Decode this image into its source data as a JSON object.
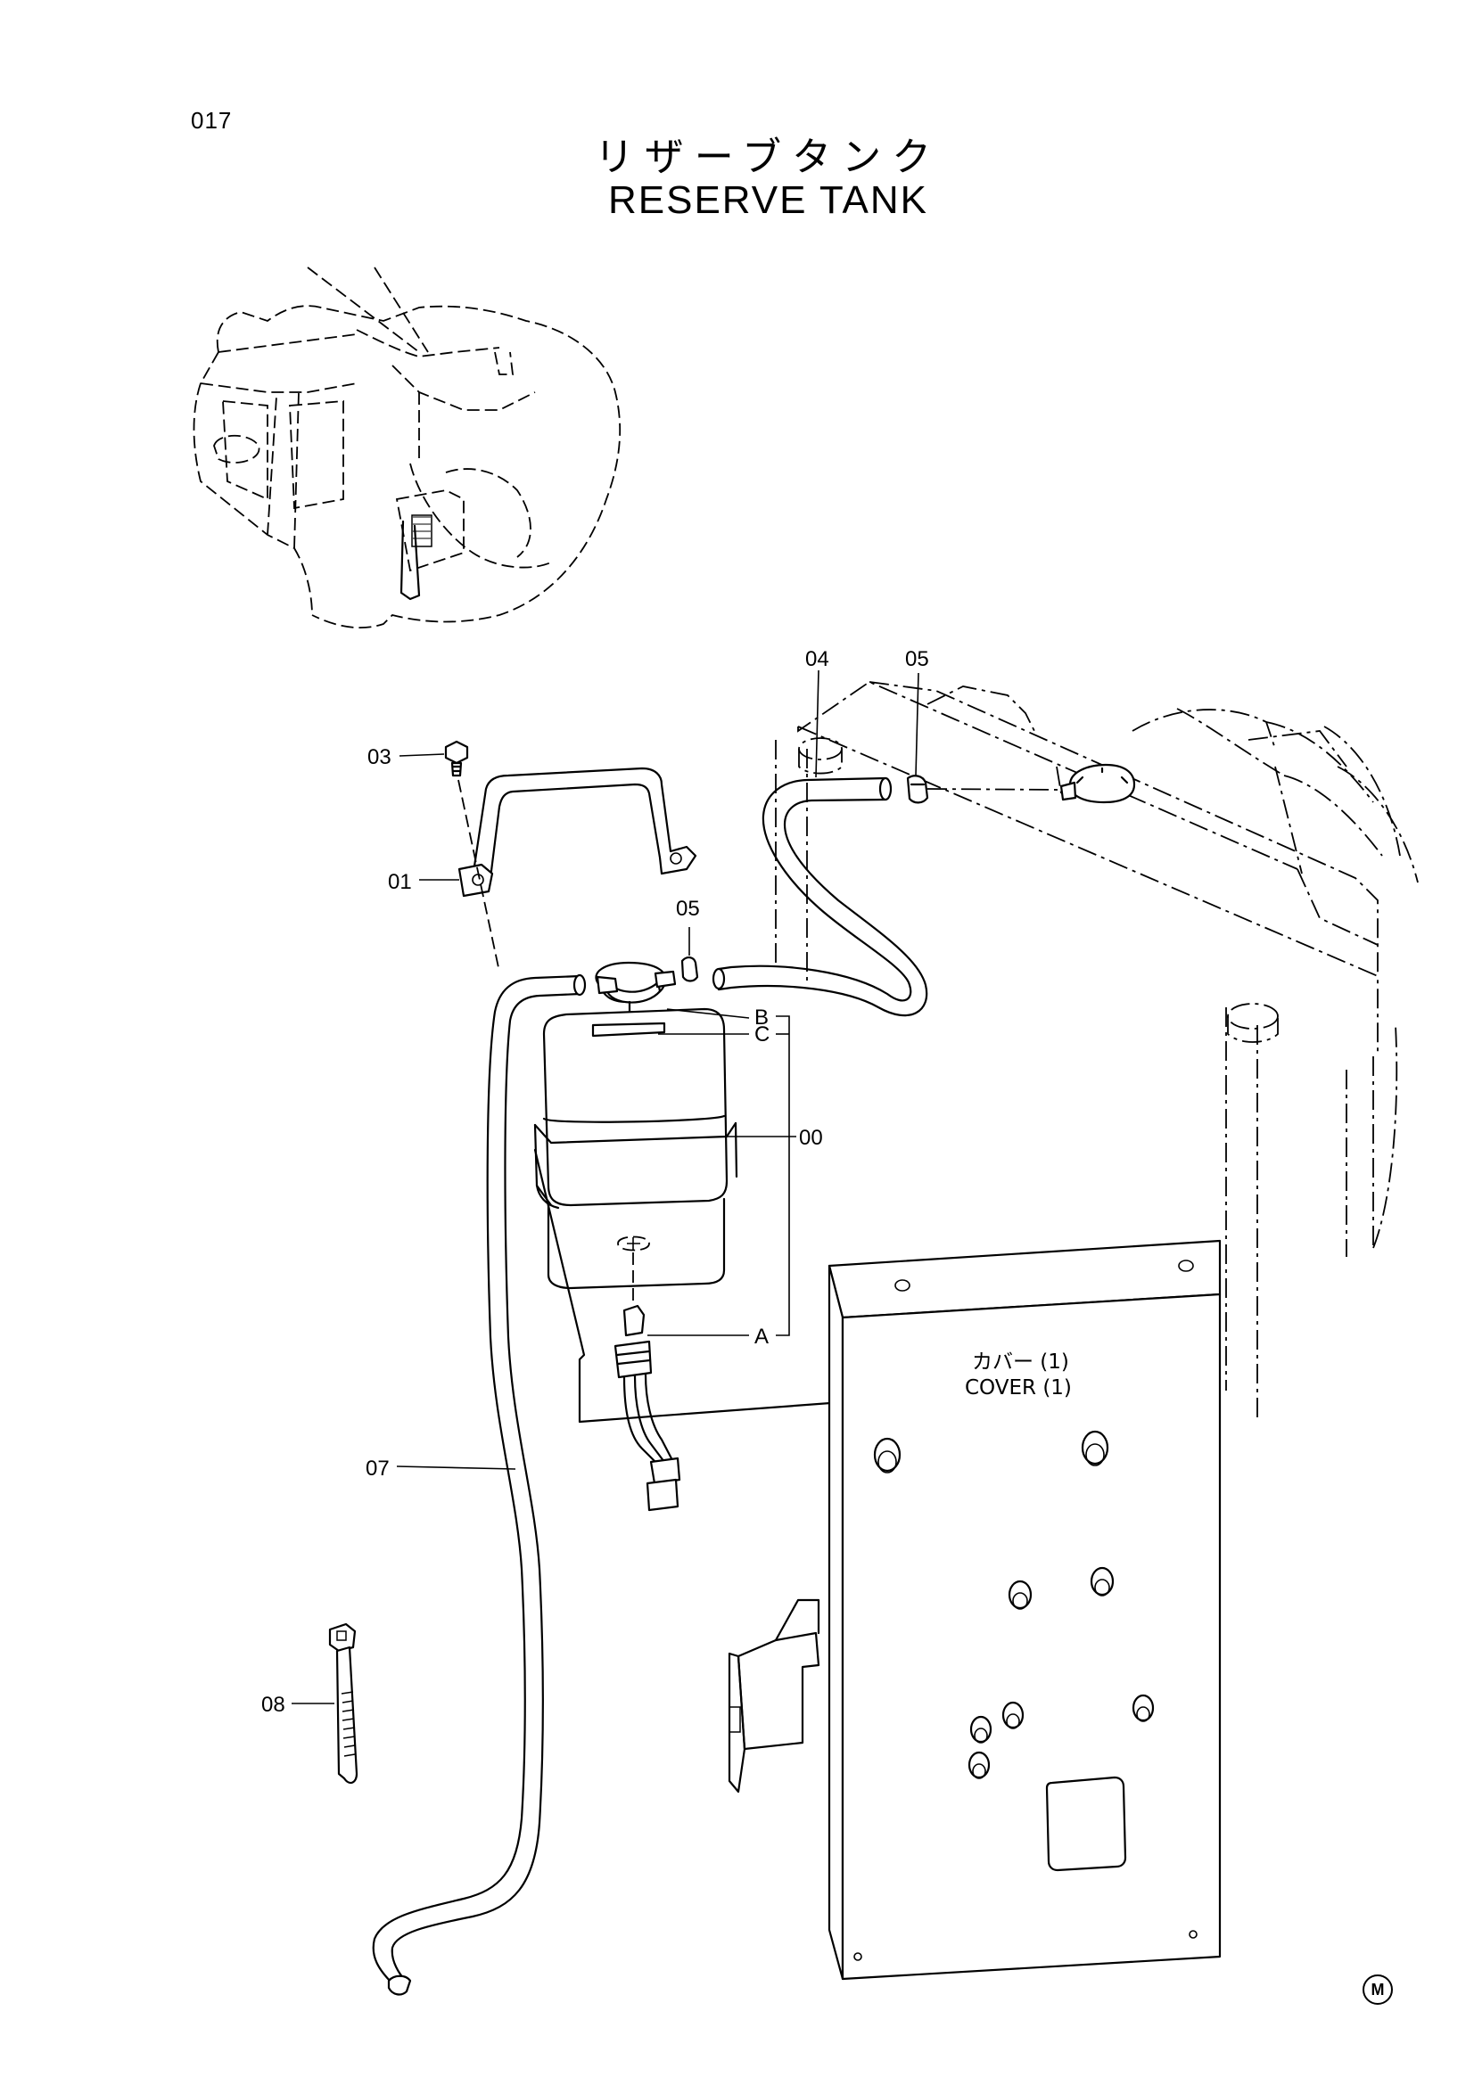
{
  "page": {
    "number": "017",
    "title_ja": "リザーブタンク",
    "title_en": "RESERVE TANK",
    "manufacturer_mark": "M"
  },
  "callouts": {
    "c00": "00",
    "c01": "01",
    "c03": "03",
    "c04": "04",
    "c05a": "05",
    "c05b": "05",
    "c07": "07",
    "c08": "08",
    "cA": "A",
    "cB": "B",
    "cC": "C"
  },
  "cover_note": {
    "ja": "カバー (1)",
    "en": "COVER (1)"
  }
}
